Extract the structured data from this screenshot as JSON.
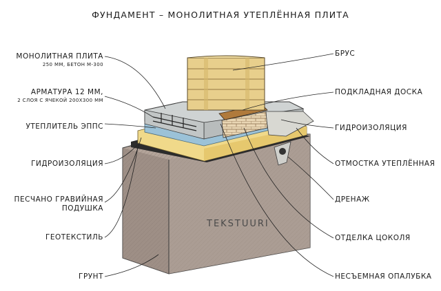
{
  "title": "ФУНДАМЕНТ – МОНОЛИТНАЯ УТЕПЛЁННАЯ ПЛИТА",
  "labels_left": {
    "slab": "МОНОЛИТНАЯ ПЛИТА",
    "slab_sub": "250 ММ, БЕТОН М-300",
    "rebar": "АРМАТУРА 12 ММ,",
    "rebar_sub": "2 СЛОЯ С ЯЧЕКОЙ 200Х300 ММ",
    "insulation": "УТЕПЛИТЕЛЬ ЭППС",
    "waterproofing": "ГИДРОИЗОЛЯЦИЯ",
    "sand_gravel_1": "ПЕСЧАНО ГРАВИЙНАЯ",
    "sand_gravel_2": "ПОДУШКА",
    "geotextile": "ГЕОТЕКСТИЛЬ",
    "soil": "ГРУНТ"
  },
  "labels_right": {
    "beam": "БРУС",
    "pad_board": "ПОДКЛАДНАЯ ДОСКА",
    "waterproofing": "ГИДРОИЗОЛЯЦИЯ",
    "blind_area": "ОТМОСТКА УТЕПЛЁННАЯ",
    "drainage": "ДРЕНАЖ",
    "plinth_finish": "ОТДЕЛКА ЦОКОЛЯ",
    "formwork": "НЕСЪЕМНАЯ ОПАЛУБКА"
  },
  "watermark": "TEKSTUURI",
  "colors": {
    "soil": "#b3a49a",
    "sand": "#f0d98a",
    "slab": "#cfd3d3",
    "wood": "#e8cf8c",
    "pad": "#b07a3c",
    "insulation": "#9bc2d8",
    "blind_area": "#d8d8d2"
  }
}
